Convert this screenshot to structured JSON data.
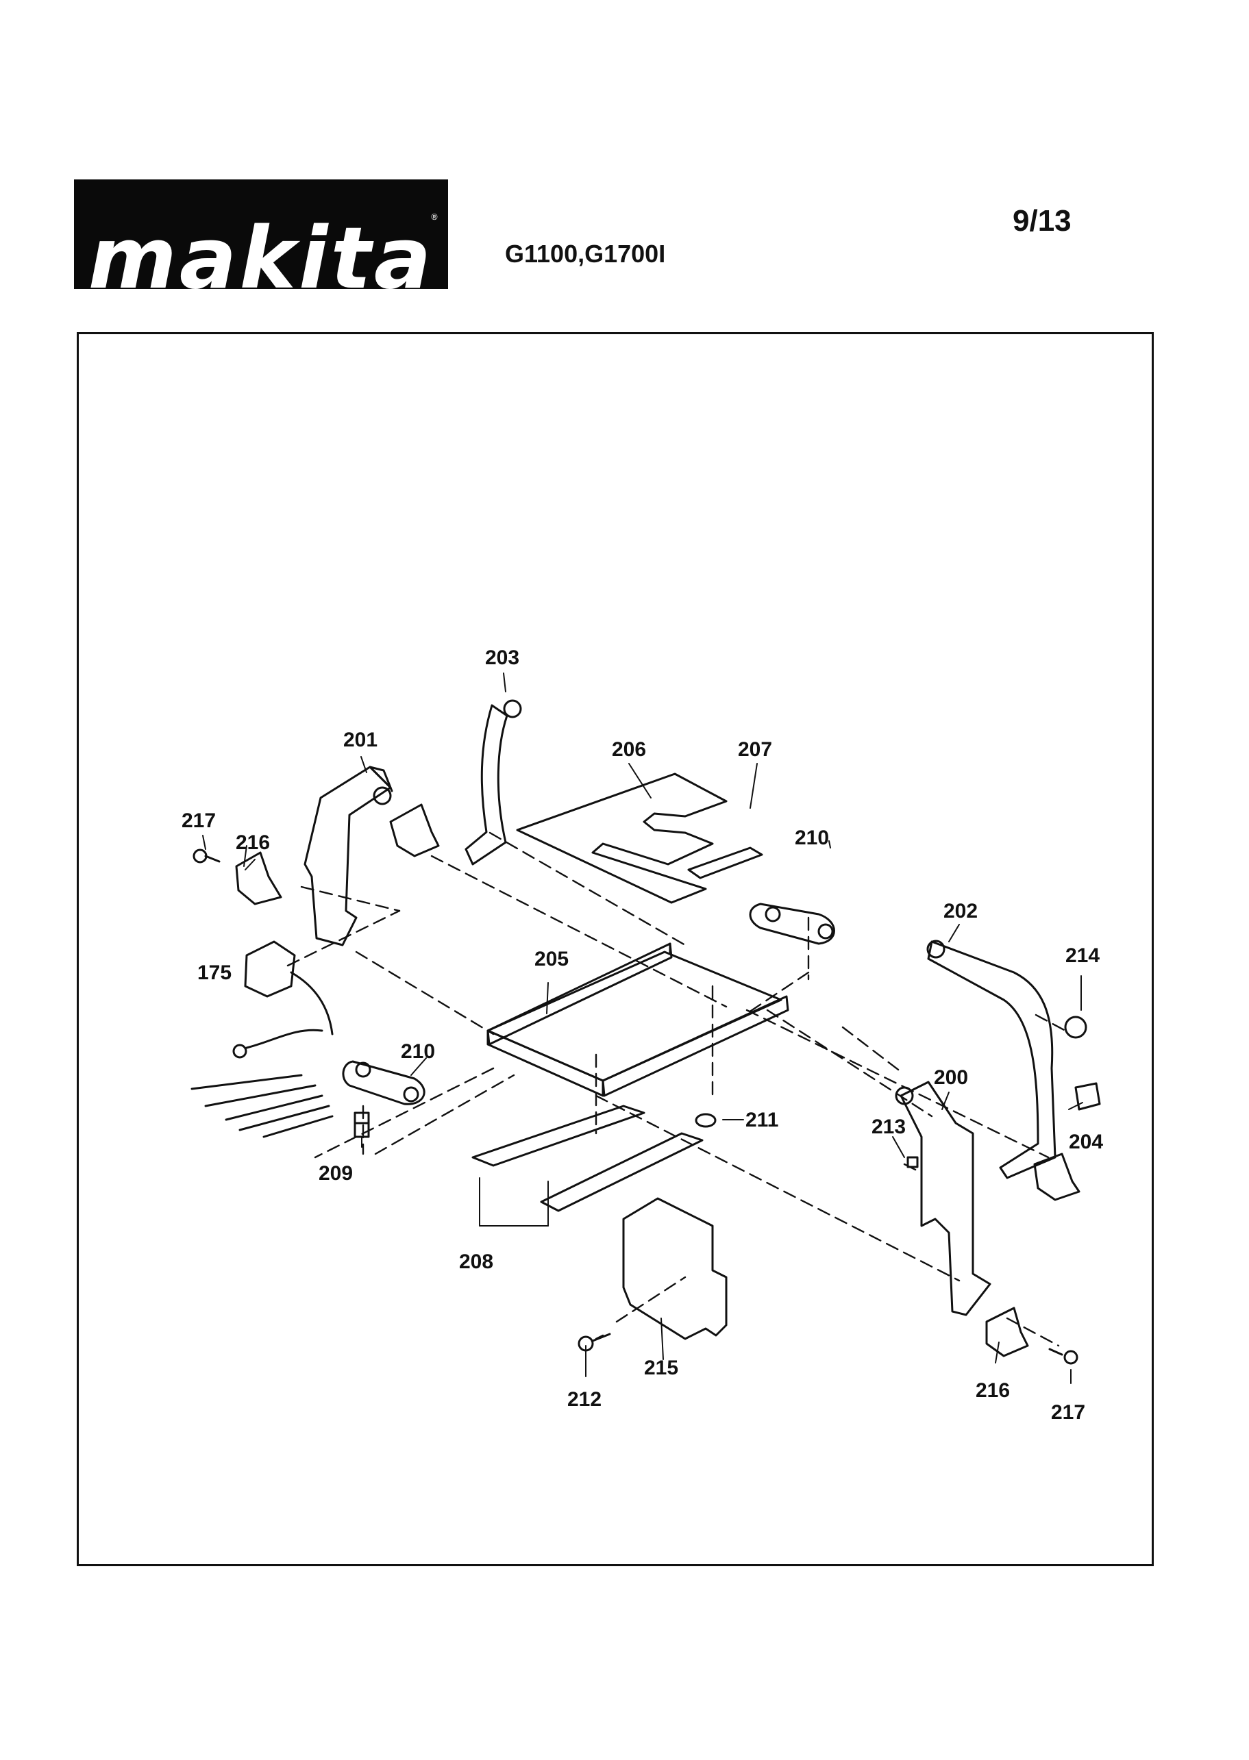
{
  "header": {
    "brand": "makita",
    "models": "G1100,G1700I",
    "page": "9/13"
  },
  "parts": {
    "p175": "175",
    "p200": "200",
    "p201": "201",
    "p202": "202",
    "p203": "203",
    "p204": "204",
    "p205": "205",
    "p206": "206",
    "p207": "207",
    "p208": "208",
    "p209": "209",
    "p210a": "210",
    "p210b": "210",
    "p211": "211",
    "p212": "212",
    "p213": "213",
    "p214": "214",
    "p215": "215",
    "p216a": "216",
    "p216b": "216",
    "p217a": "217",
    "p217b": "217"
  }
}
